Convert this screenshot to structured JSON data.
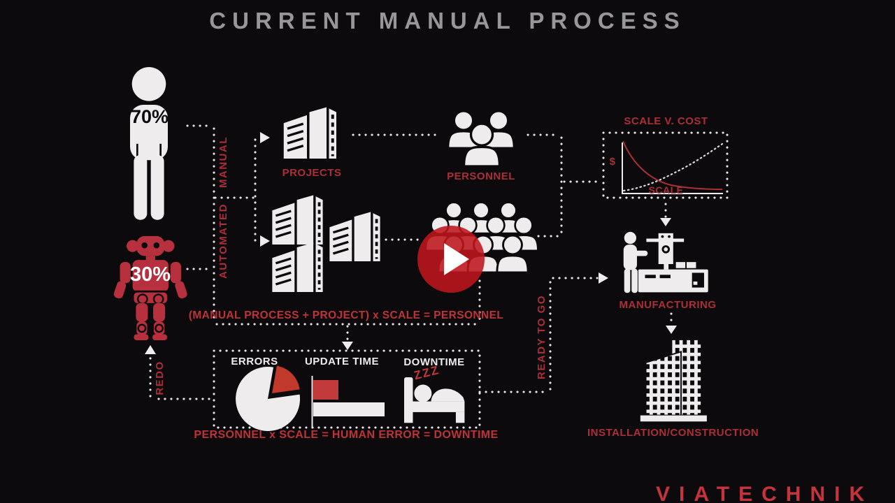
{
  "title": "CURRENT MANUAL PROCESS",
  "colors": {
    "background": "#0d0a0d",
    "icon_white": "#efecee",
    "accent_red": "#aa2f38",
    "formula_red": "#bd3338",
    "title_gray": "#97979a",
    "play_button_red": "#be161c"
  },
  "actors": {
    "human_share": "70%",
    "robot_share": "30%"
  },
  "flow": {
    "manual": "MANUAL",
    "automated": "AUTOMATED",
    "ready_to_go": "READY TO GO",
    "redo": "REDO"
  },
  "nodes": {
    "projects": "PROJECTS",
    "personnel": "PERSONNEL",
    "manufacturing": "MANUFACTURING",
    "installation": "INSTALLATION/CONSTRUCTION"
  },
  "formulas": {
    "personnel_formula": "(MANUAL PROCESS + PROJECT) x SCALE = PERSONNEL",
    "downtime_formula": "PERSONNEL x SCALE = HUMAN ERROR = DOWNTIME"
  },
  "panel": {
    "errors": "ERRORS",
    "update_time": "UPDATE TIME",
    "downtime": "DOWNTIME",
    "zzz": "ZZZ"
  },
  "chart": {
    "title": "SCALE V. COST",
    "ylabel": "$",
    "xlabel": "SCALE",
    "chart_data": {
      "type": "line",
      "x": [
        0,
        1,
        2,
        3,
        4,
        5,
        6,
        7,
        8,
        9,
        10
      ],
      "series": [
        {
          "name": "manual-cost-curve",
          "color": "#a93136",
          "style": "solid",
          "values": [
            10,
            7.2,
            5.3,
            4.1,
            3.2,
            2.6,
            2.2,
            1.9,
            1.7,
            1.6,
            1.5
          ]
        },
        {
          "name": "scale-curve",
          "color": "#e8e5e7",
          "style": "dotted",
          "values": [
            0.5,
            1.2,
            2.1,
            3.0,
            3.9,
            4.8,
            5.8,
            6.8,
            7.9,
            8.9,
            10
          ]
        }
      ],
      "xlabel": "SCALE",
      "ylabel": "$",
      "grid": false,
      "legend": false
    }
  },
  "watermark": "VIATECHNIK"
}
